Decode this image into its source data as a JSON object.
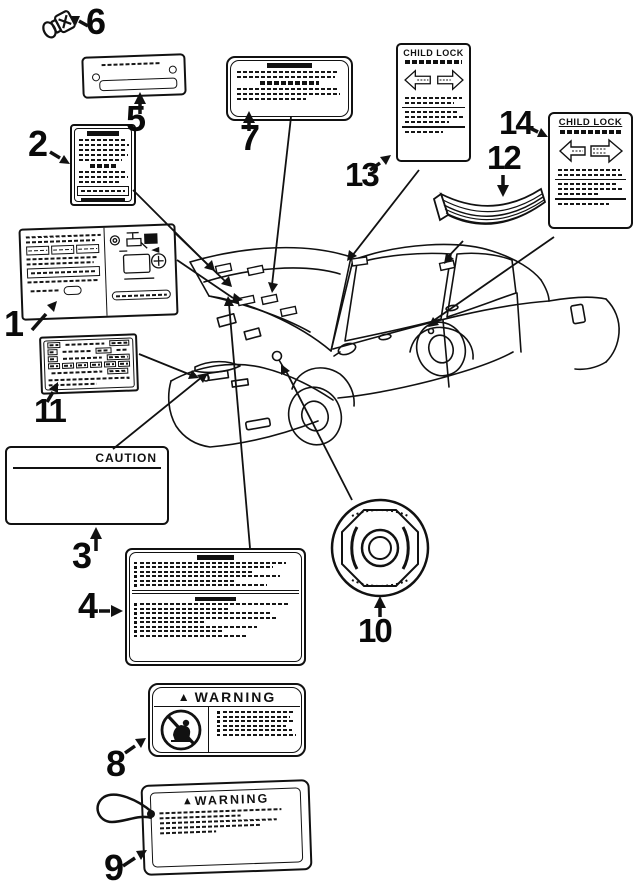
{
  "colors": {
    "ink": "#111111",
    "paper": "#ffffff"
  },
  "callouts": [
    "1",
    "2",
    "3",
    "4",
    "5",
    "6",
    "7",
    "8",
    "9",
    "10",
    "11",
    "12",
    "13",
    "14"
  ],
  "labels": {
    "caution": {
      "title": "CAUTION"
    },
    "warning_label": {
      "triangle": "▲",
      "title": "WARNING"
    },
    "warning_tag": {
      "triangle": "▲",
      "title": "WARNING"
    },
    "child_lock_13": {
      "title": "CHILD LOCK"
    },
    "child_lock_14": {
      "title": "CHILD LOCK"
    }
  }
}
